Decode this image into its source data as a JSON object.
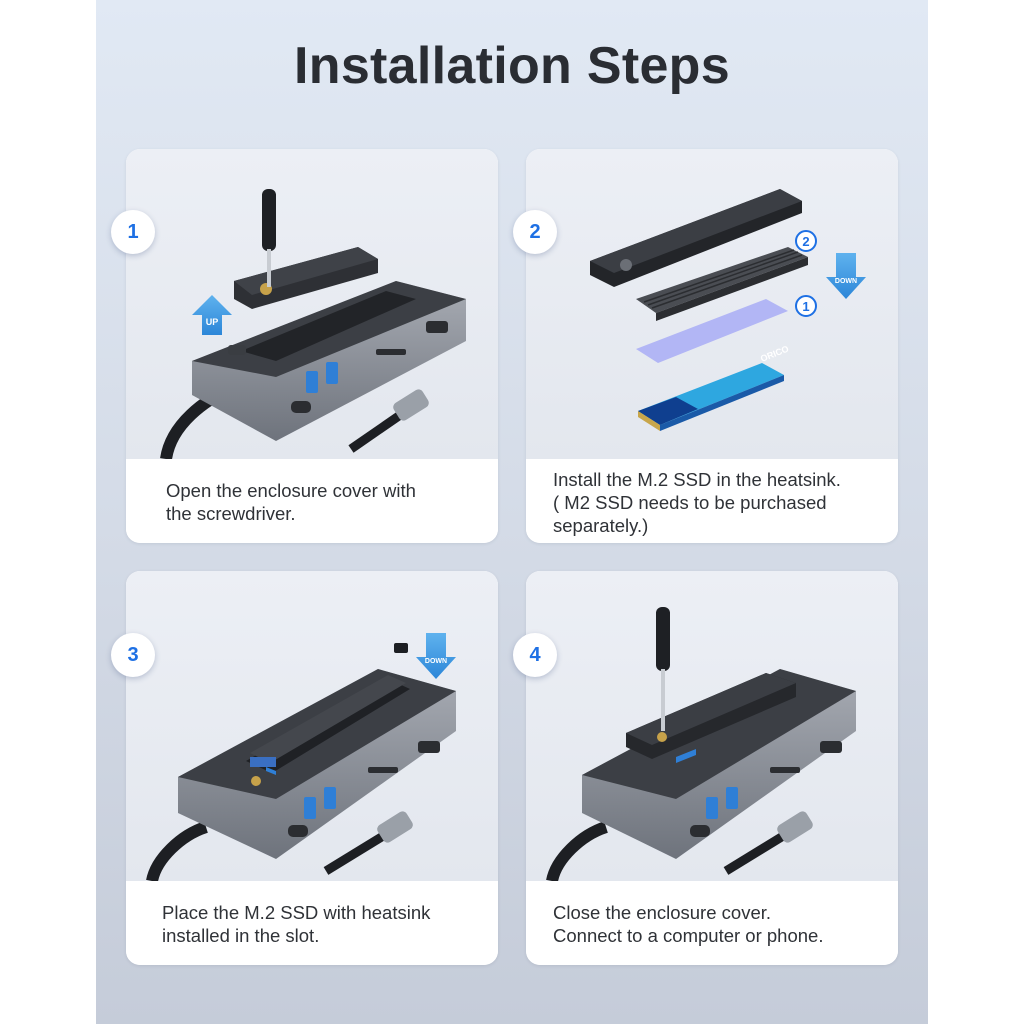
{
  "title": "Installation Steps",
  "colors": {
    "accent": "#1e70e4",
    "arrow": "#3f9de6",
    "text": "#2f3237",
    "title": "#2a2d33"
  },
  "steps": [
    {
      "number": "1",
      "badge_label": "UP",
      "lines": [
        "Open the enclosure cover with",
        "the screwdriver."
      ]
    },
    {
      "number": "2",
      "badge_label": "DOWN",
      "markers": [
        "2",
        "1"
      ],
      "ssd_brand": "ORICO",
      "lines": [
        "Install the M.2 SSD in the heatsink.",
        "( M2 SSD needs to be purchased",
        "separately.)"
      ]
    },
    {
      "number": "3",
      "badge_label": "DOWN",
      "lines": [
        "Place the M.2 SSD with heatsink",
        "installed in the slot."
      ]
    },
    {
      "number": "4",
      "lines": [
        "Close the enclosure cover.",
        "Connect to a computer or phone."
      ]
    }
  ]
}
